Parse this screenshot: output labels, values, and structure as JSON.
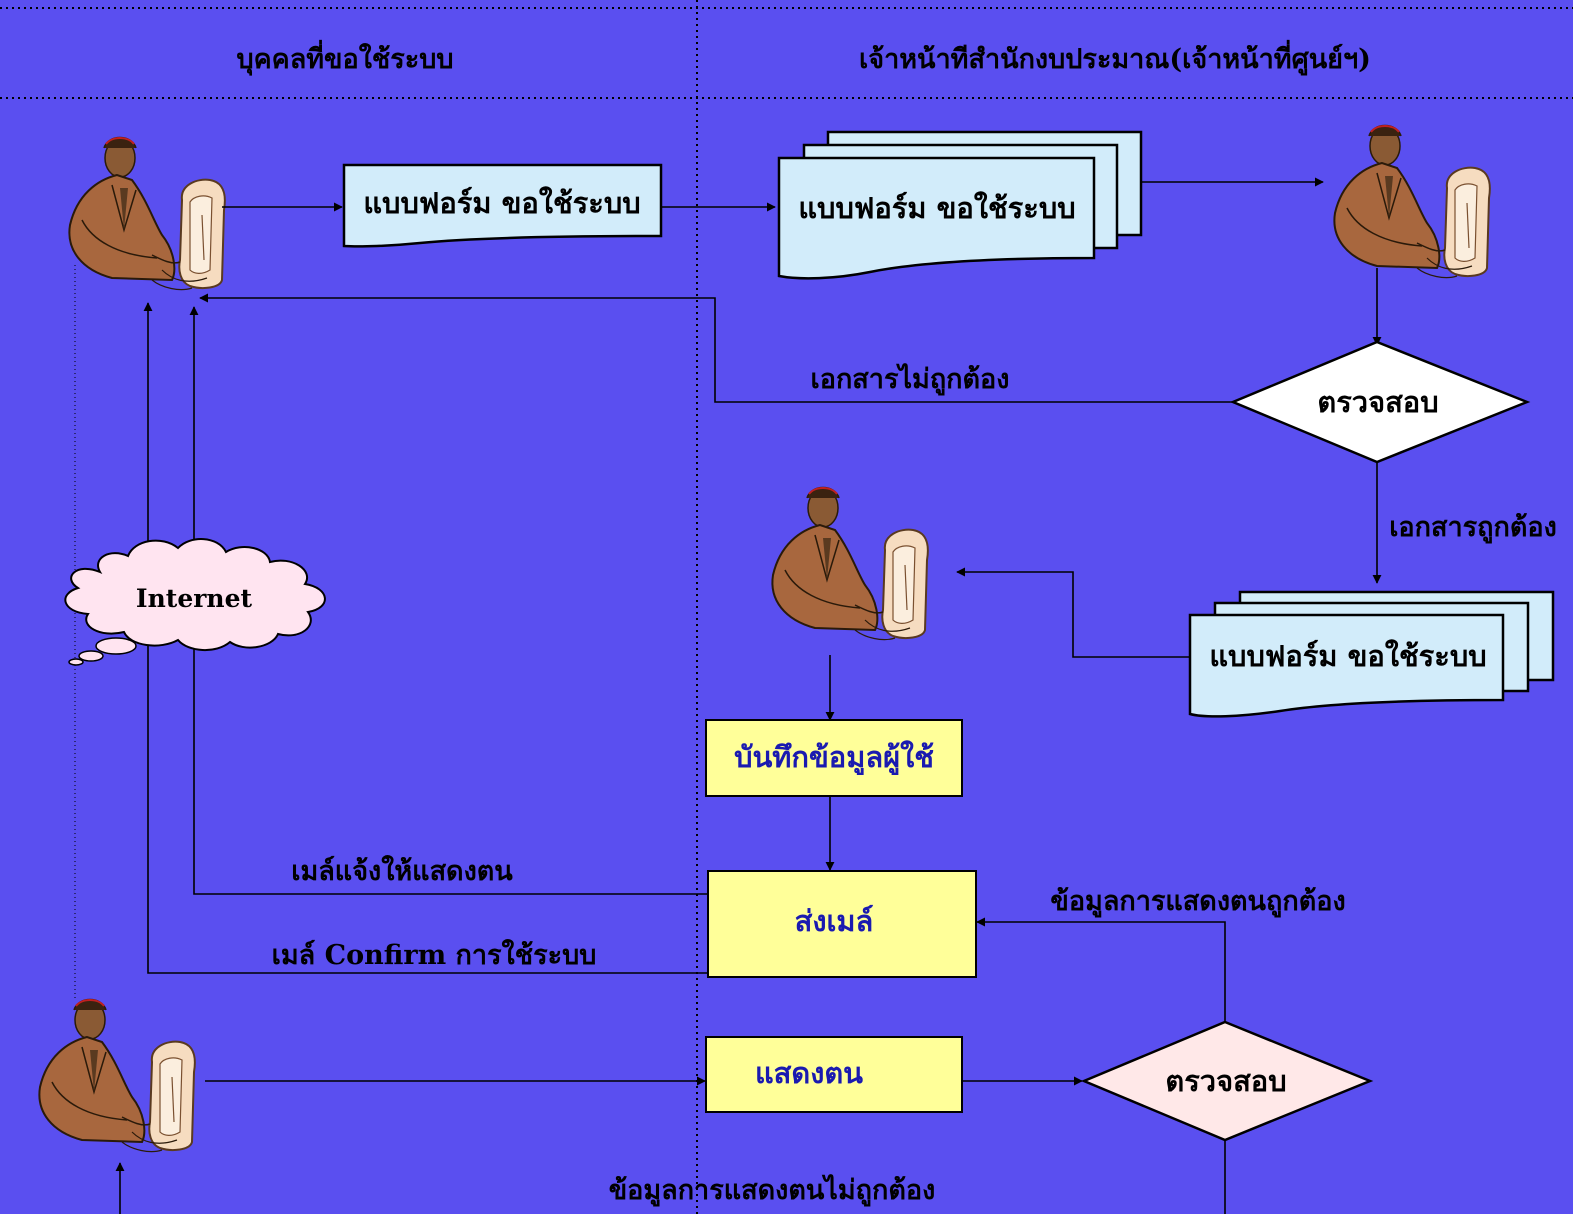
{
  "lanes": {
    "left": "บุคคลที่ขอใช้ระบบ",
    "right": "เจ้าหน้าทีสำนักงบประมาณ(เจ้าหน้าที่ศูนย์ฯ)"
  },
  "documents": {
    "user_form": "แบบฟอร์ม ขอใช้ระบบ",
    "staff_form": "แบบฟอร์ม ขอใช้ระบบ",
    "approved_form": "แบบฟอร์ม ขอใช้ระบบ"
  },
  "decisions": {
    "check_docs": "ตรวจสอบ",
    "check_identity": "ตรวจสอบ"
  },
  "processes": {
    "record_user": "บันทึกข้อมูลผู้ใช้",
    "send_mail": "ส่งเมล์",
    "identify": "แสดงตน"
  },
  "cloud": {
    "label": "Internet"
  },
  "edge_labels": {
    "docs_invalid": "เอกสารไม่ถูกต้อง",
    "docs_valid": "เอกสารถูกต้อง",
    "mail_notify": "เมล์แจ้งให้แสดงตน",
    "mail_confirm": "เมล์ Confirm การใช้ระบบ",
    "identity_valid": "ข้อมูลการแสดงตนถูกต้อง",
    "identity_invalid": "ข้อมูลการแสดงตนไม่ถูกต้อง"
  },
  "icons": [
    "person-computer-icon"
  ],
  "colors": {
    "background": "#5a4ff0",
    "document_fill": "#d2ecfa",
    "process_fill": "#ffff99",
    "decision_fill_1": "#ffffff",
    "decision_fill_2": "#ffe8e8",
    "cloud_fill": "#ffe4f0"
  }
}
